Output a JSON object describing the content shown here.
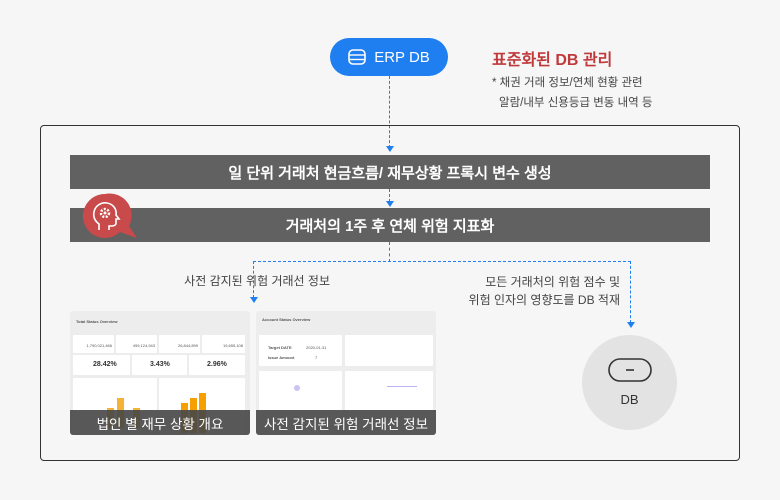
{
  "erp": {
    "label": "ERP DB",
    "icon": "database-icon"
  },
  "standard": {
    "title": "표준화된 DB 관리",
    "note1": "* 채권 거래 정보/연체 현황 관련",
    "note2": "알람/내부 신용등급 변동 내역 등"
  },
  "steps": [
    "일 단위 거래처 현금흐름/ 재무상황 프록시 변수 생성",
    "거래처의 1주 후 연체 위험 지표화"
  ],
  "branch_left": "사전 감지된 위험 거래선 정보",
  "branch_right": [
    "모든 거래처의 위험 점수 및",
    "위험 인자의 영향도를 DB 적재"
  ],
  "thumbs": [
    {
      "title": "Total Status Overview",
      "caption": "법인 별 재무 상황 개요",
      "values": [
        "1,790,021,466",
        "499,124,943",
        "26,844,899",
        "19,655,108"
      ],
      "rates": [
        "28.42%",
        "3.43%",
        "2.96%"
      ]
    },
    {
      "title": "Account Status Overview",
      "caption": "사전 감지된 위험 거래선 정보",
      "target_label": "Target DATE",
      "target_value": "2020-01-31",
      "issue_label": "Issue Amount",
      "issue_value": "7"
    }
  ],
  "db": {
    "label": "DB"
  },
  "colors": {
    "accent": "#1f7ef0",
    "title_red": "#c0393b",
    "bar": "#616161"
  }
}
